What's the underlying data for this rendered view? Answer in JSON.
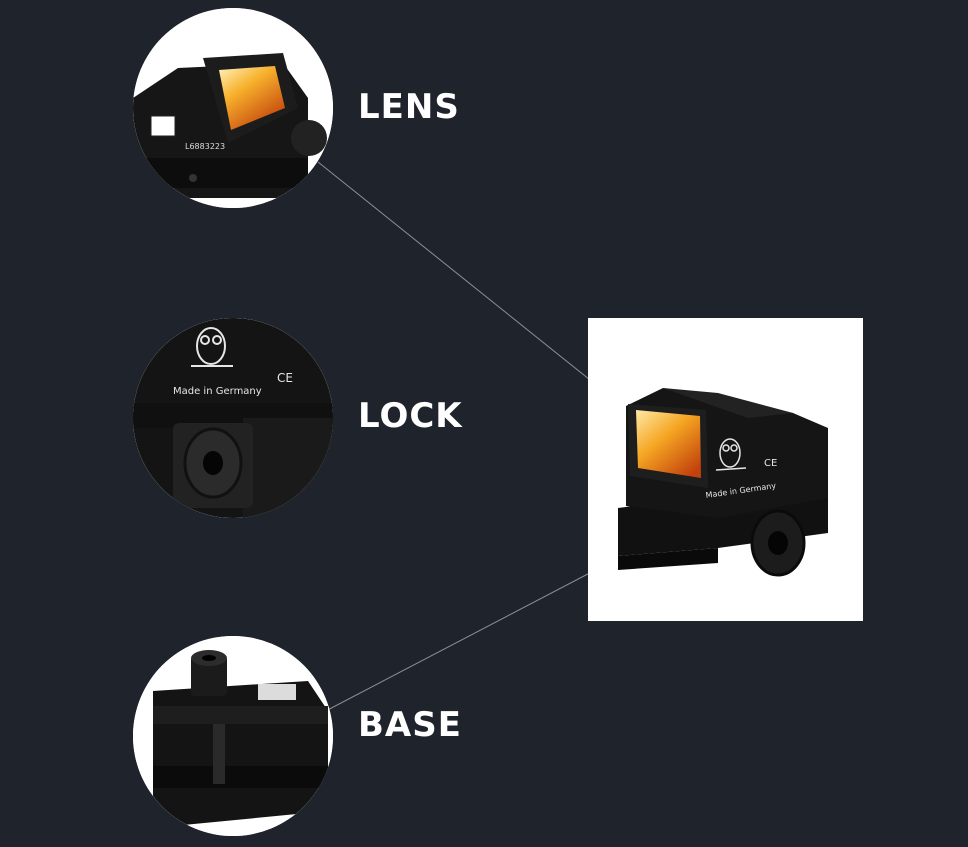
{
  "callouts": [
    {
      "label": "LENS",
      "serial": "L6883223"
    },
    {
      "label": "LOCK",
      "engraving": "Made in Germany",
      "mark": "CE"
    },
    {
      "label": "BASE"
    }
  ],
  "product": {
    "engraving": "Made in Germany",
    "mark": "CE"
  },
  "colors": {
    "background": "#1f232b",
    "label": "#ffffff",
    "connector": "#8c9099",
    "lens_glass": "#f5a623"
  }
}
